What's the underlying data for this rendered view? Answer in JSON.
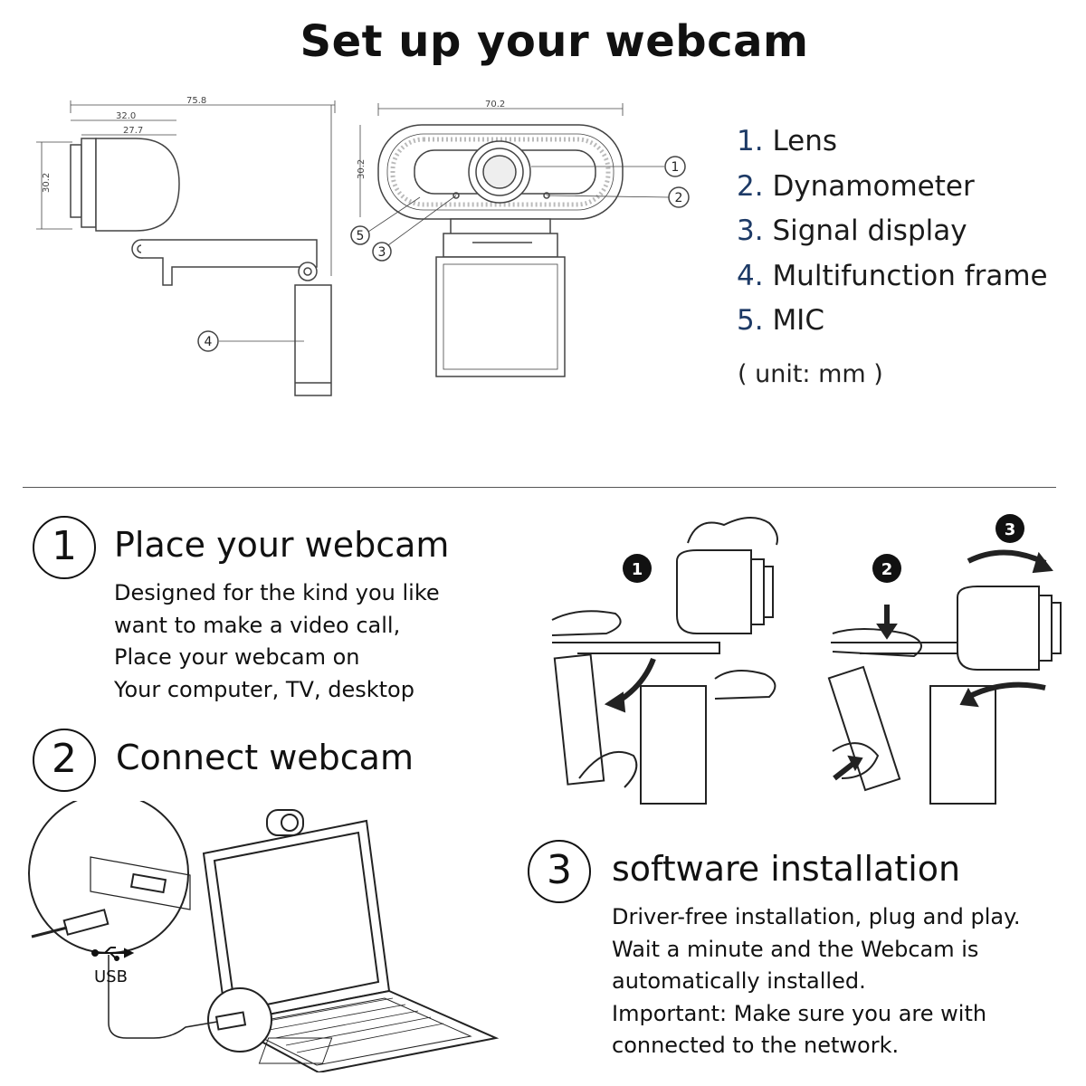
{
  "title": "Set up your webcam",
  "legend": [
    {
      "num": "1.",
      "label": "Lens"
    },
    {
      "num": "2.",
      "label": "Dynamometer"
    },
    {
      "num": "3.",
      "label": "Signal display"
    },
    {
      "num": "4.",
      "label": "Multifunction frame"
    },
    {
      "num": "5.",
      "label": "MIC"
    }
  ],
  "unit_note": "( unit: mm )",
  "dimensions": {
    "side_total": "75.8",
    "side_body": "32.0",
    "side_depth": "27.7",
    "side_height": "30.2",
    "front_width": "70.2",
    "front_height": "30.2"
  },
  "callouts": [
    "1",
    "2",
    "3",
    "4",
    "5"
  ],
  "steps": [
    {
      "number": "1",
      "title": "Place your webcam",
      "lines": [
        "Designed for the kind you like",
        "want to make a video call,",
        "Place your webcam on",
        "Your computer, TV, desktop"
      ]
    },
    {
      "number": "2",
      "title": "Connect webcam",
      "lines": []
    },
    {
      "number": "3",
      "title": "software installation",
      "lines": [
        "Driver-free installation, plug and play.",
        "Wait a minute and the Webcam is",
        "automatically installed.",
        "Important: Make sure you are with",
        "connected to the network."
      ]
    }
  ],
  "mount_badges": [
    "1",
    "2",
    "3"
  ],
  "usb_label": "USB"
}
